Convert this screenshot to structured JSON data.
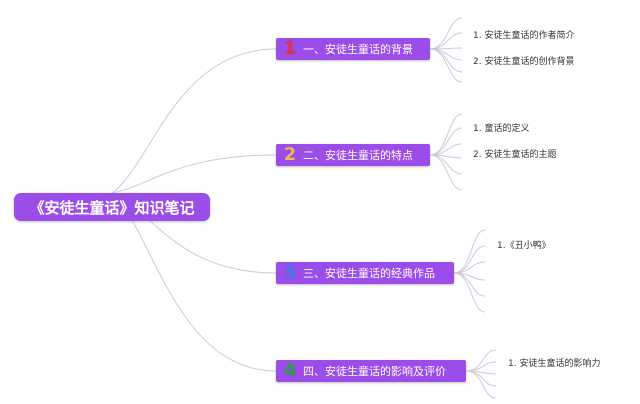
{
  "root": {
    "label": "《安徒生童话》知识笔记"
  },
  "branches": [
    {
      "number": "1",
      "label": "一、安徒生童话的背景",
      "number_color": "#e8304a",
      "leaves": [
        "1. 安徒生童话的作者简介",
        "2. 安徒生童话的创作背景"
      ]
    },
    {
      "number": "2",
      "label": "二、安徒生童话的特点",
      "number_color": "#f4b55a",
      "leaves": [
        "1. 童话的定义",
        "2. 安徒生童话的主题"
      ]
    },
    {
      "number": "3",
      "label": "三、安徒生童话的经典作品",
      "number_color": "#3f7de8",
      "leaves": [
        "1.《丑小鸭》"
      ]
    },
    {
      "number": "4",
      "label": "四、安徒生童话的影响及评价",
      "number_color": "#2f9e4f",
      "leaves": [
        "1. 安徒生童话的影响力"
      ]
    }
  ],
  "colors": {
    "node_fill": "#9b4dea",
    "connector": "#cfc7de"
  }
}
